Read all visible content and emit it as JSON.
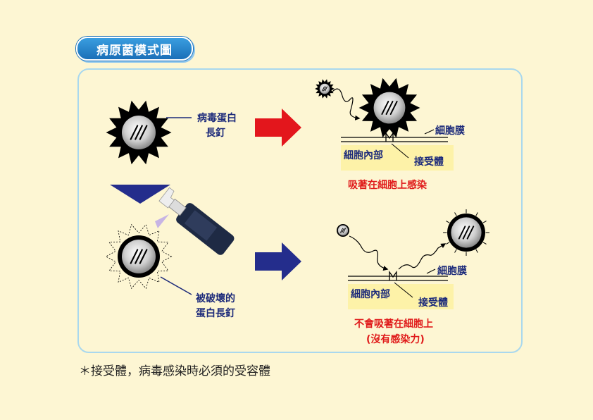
{
  "title": "病原菌模式圖",
  "spike_label": [
    "病毒蛋白",
    "長釘"
  ],
  "destroyed_label": [
    "被破壞的",
    "蛋白長釘"
  ],
  "membrane_label": "細胞膜",
  "inside_label": "細胞內部",
  "receptor_label": "接受體",
  "result_infect": "吸著在細胞上感染",
  "result_no_infect": [
    "不會吸著在細胞上",
    "(沒有感染力)"
  ],
  "footnote": "＊接受體，病毒感染時必須的受容體",
  "colors": {
    "title_bg": "#1a6fb8",
    "panel_border": "#a9d8ee",
    "text_navy": "#1c2a7a",
    "text_red": "#e01b1b",
    "arrow_red": "#e3161c",
    "arrow_navy": "#242d8c",
    "inside_bg": "#fdf2a8"
  },
  "icons": [
    "virus-spiked-icon",
    "virus-destroyed-icon",
    "spray-bottle-icon"
  ]
}
